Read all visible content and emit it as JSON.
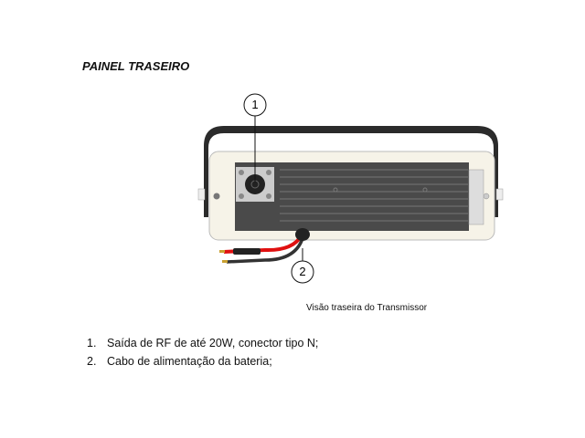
{
  "title": "PAINEL TRASEIRO",
  "figure": {
    "callouts": [
      "1",
      "2"
    ],
    "caption": "Visão traseira do Transmissor"
  },
  "list": [
    {
      "number": "1.",
      "text": "Saída de RF de até 20W, conector tipo N;"
    },
    {
      "number": "2.",
      "text": "Cabo de alimentação da bateria;"
    }
  ]
}
